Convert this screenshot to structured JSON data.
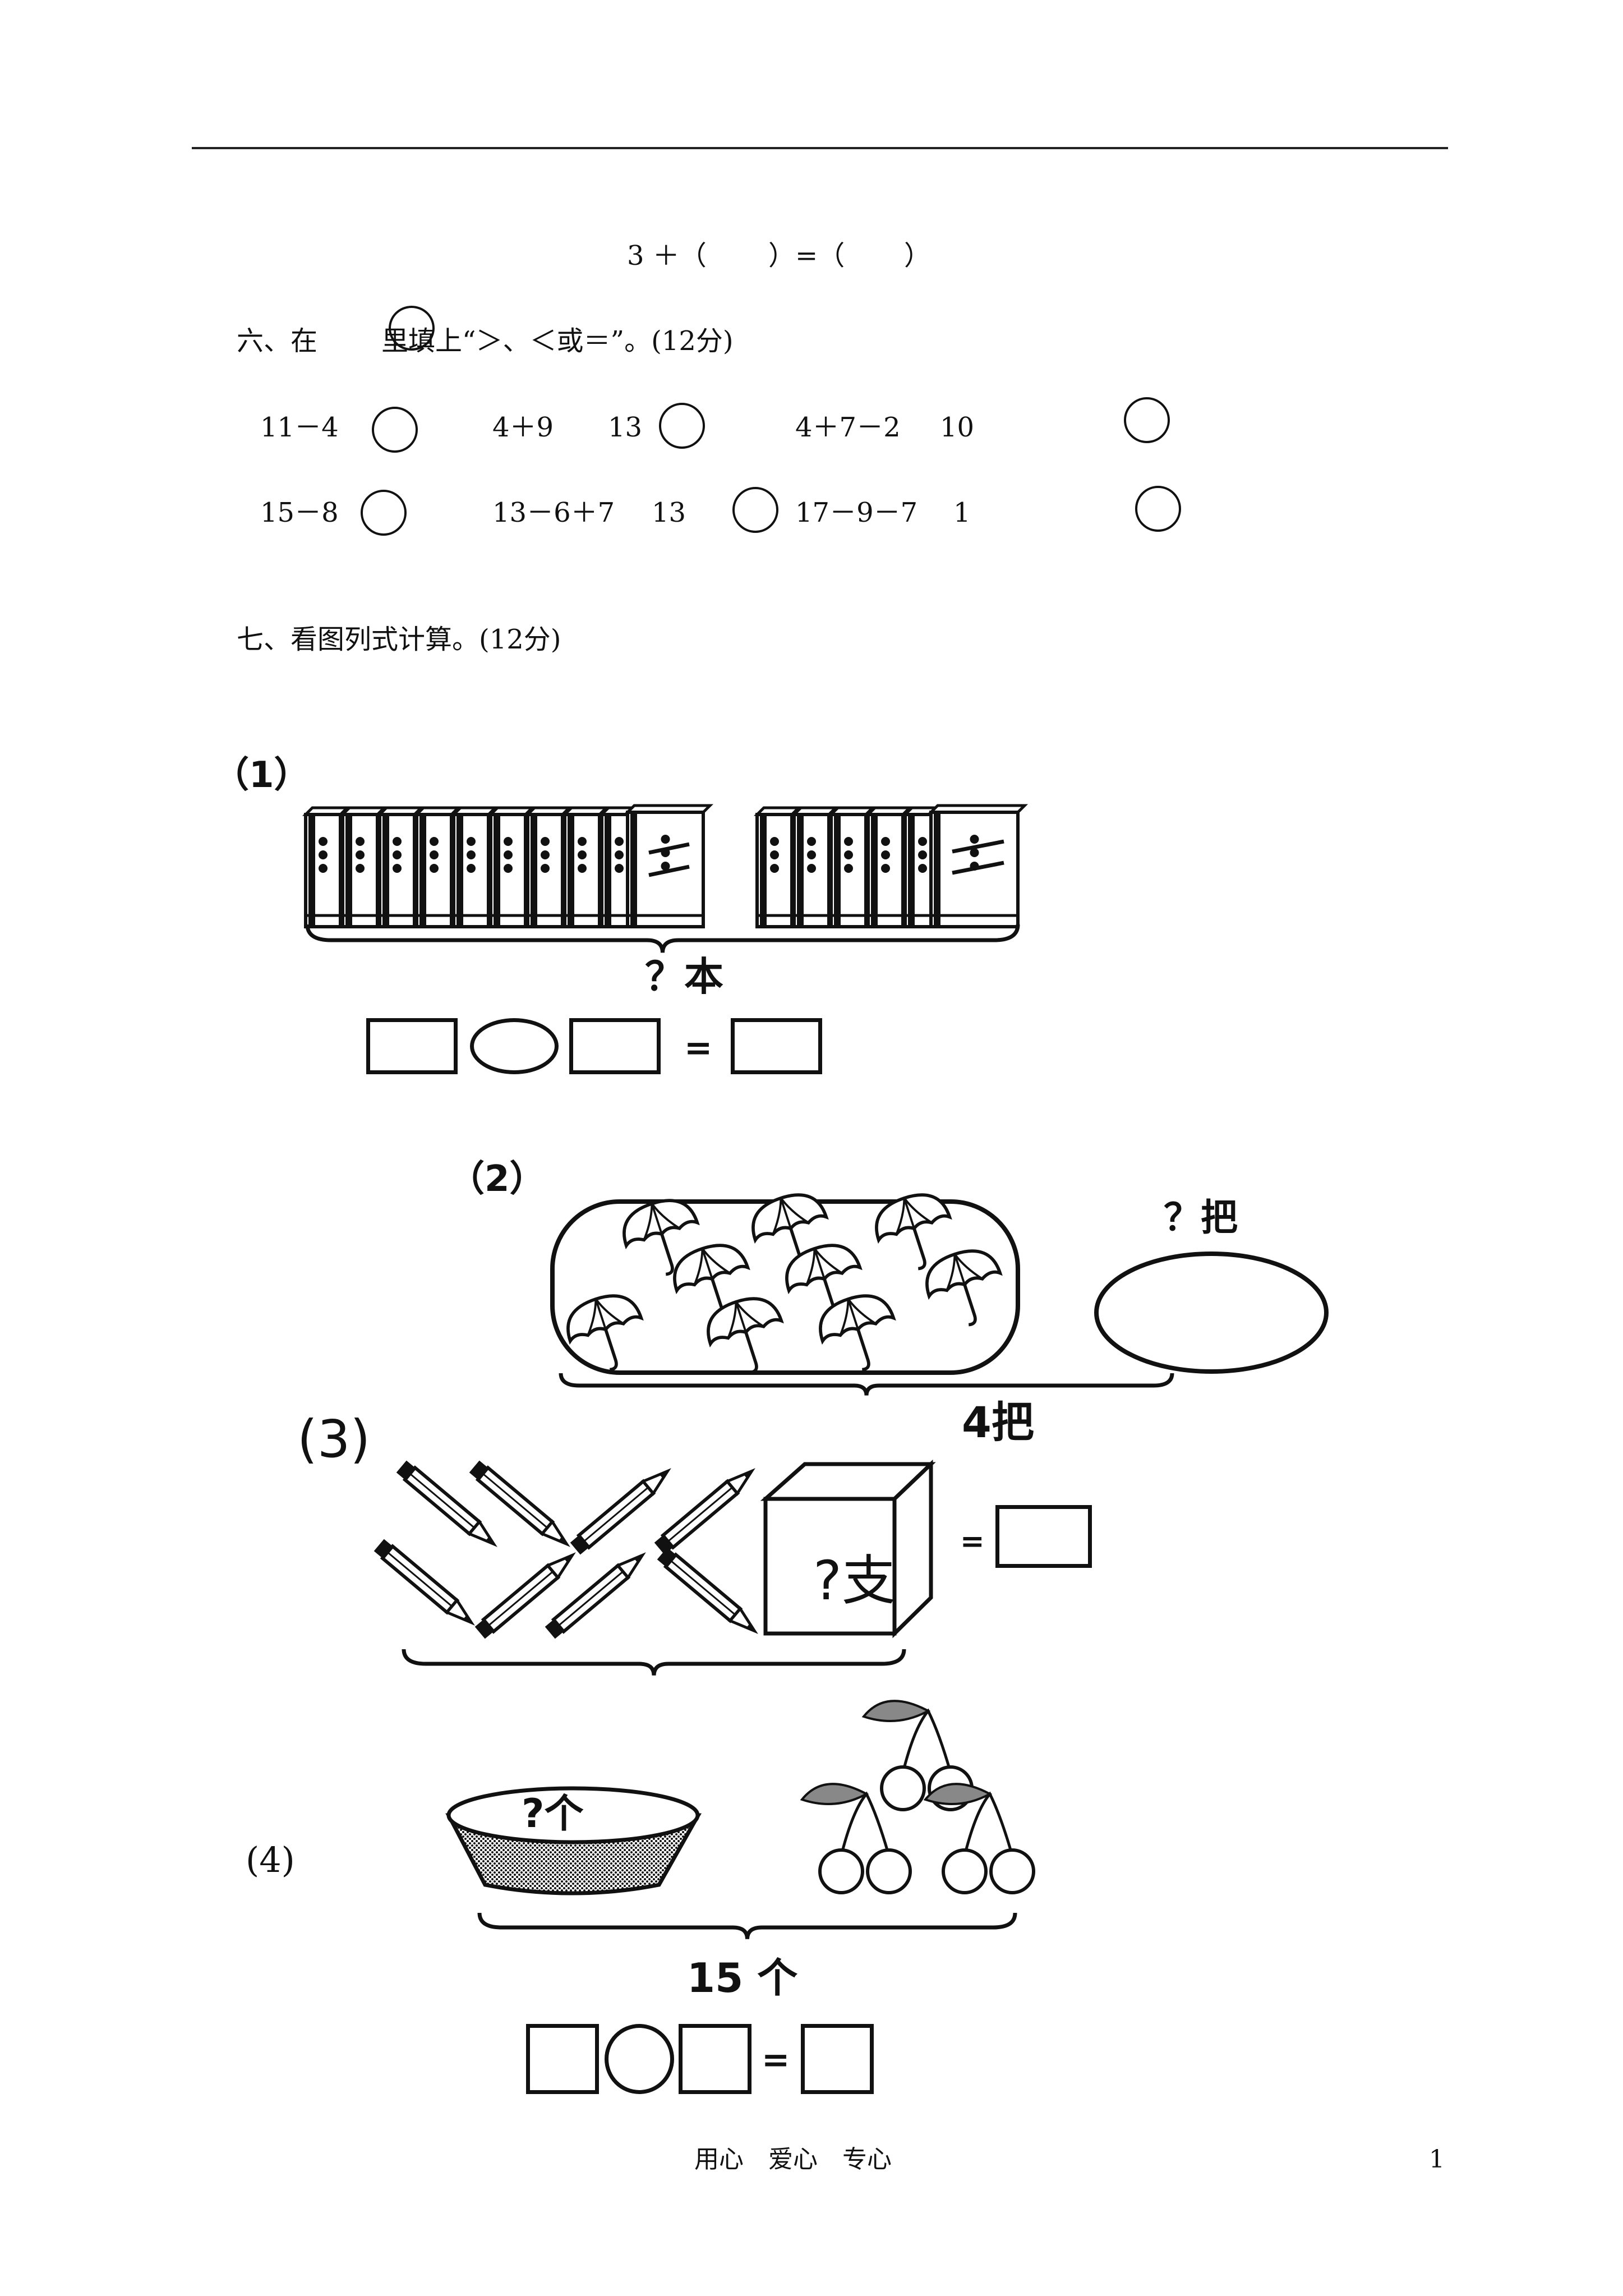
{
  "top_equation": {
    "part1": "3 ＋（",
    "part2": "）=（",
    "part3": "）"
  },
  "section6": {
    "title_prefix": "六、在",
    "title_suffix": "里填上“＞、＜或＝”。(12分)",
    "row1": [
      "11－4",
      "4＋9",
      "13",
      "4＋7－2",
      "10"
    ],
    "row2": [
      "15－8",
      "13－6＋7",
      "13",
      "17－9－7",
      "1"
    ]
  },
  "section7": {
    "title": "七、看图列式计算。(12分)"
  },
  "problem1": {
    "label": "（1）",
    "caption": "？本"
  },
  "problem2": {
    "label": "（2）",
    "top_caption": "？把",
    "bottom_caption": "4把"
  },
  "problem3": {
    "label": "(3)",
    "box_text": "?支",
    "equals": "="
  },
  "problem4": {
    "label": "(4)",
    "basket_text": "?个",
    "caption": "15 个",
    "equals": "="
  },
  "footer": {
    "center": "用心　爱心　专心",
    "page_number": "1"
  }
}
